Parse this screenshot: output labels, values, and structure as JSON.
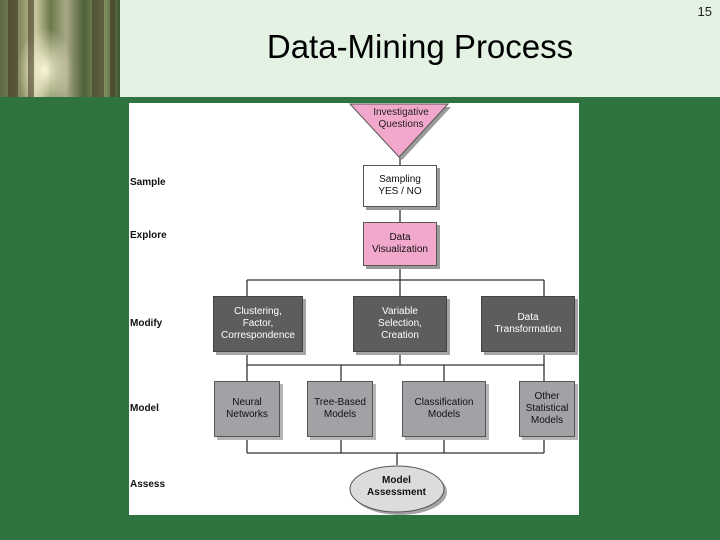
{
  "slide": {
    "number": "15",
    "title": "Data-Mining Process"
  },
  "diagram": {
    "start": "Investigative\nQuestions",
    "stages": {
      "sample": "Sample",
      "explore": "Explore",
      "modify": "Modify",
      "model": "Model",
      "assess": "Assess"
    },
    "sampling": "Sampling\nYES / NO",
    "visualization": "Data\nVisualization",
    "modify_boxes": [
      "Clustering,\nFactor,\nCorrespondence",
      "Variable\nSelection,\nCreation",
      "Data\nTransformation"
    ],
    "model_boxes": [
      "Neural\nNetworks",
      "Tree-Based\nModels",
      "Classification\nModels",
      "Other\nStatistical\nModels"
    ],
    "assessment": "Model\nAssessment"
  },
  "colors": {
    "background": "#2f7341",
    "header": "#e4f2e4",
    "pink": "#f2a7cc",
    "dark_box": "#5d5d60",
    "light_box": "#a1a2a6"
  }
}
